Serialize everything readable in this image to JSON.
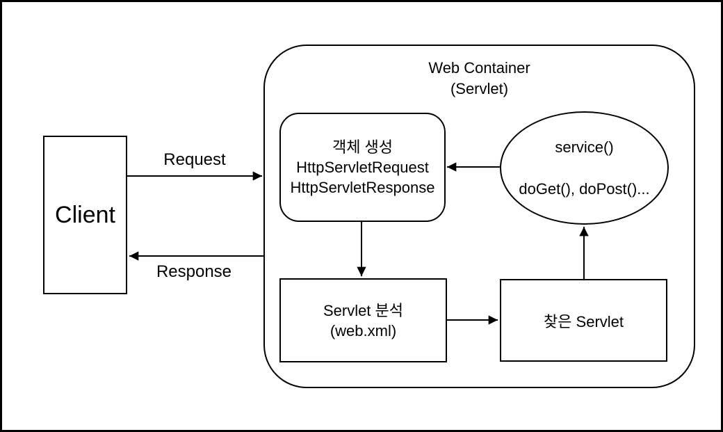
{
  "colors": {
    "background": "#ffffff",
    "stroke": "#000000",
    "text": "#000000"
  },
  "client": {
    "label": "Client"
  },
  "web_container": {
    "title": "Web Container",
    "subtitle": "(Servlet)"
  },
  "nodes": {
    "creation": {
      "line1": "객체 생성",
      "line2": "HttpServletRequest",
      "line3": "HttpServletResponse"
    },
    "service": {
      "line1": "service()",
      "line2": "doGet(), doPost()..."
    },
    "analysis": {
      "line1": "Servlet 분석",
      "line2": "(web.xml)"
    },
    "found": {
      "label": "찾은 Servlet"
    }
  },
  "edges": {
    "request": {
      "label": "Request"
    },
    "response": {
      "label": "Response"
    }
  }
}
